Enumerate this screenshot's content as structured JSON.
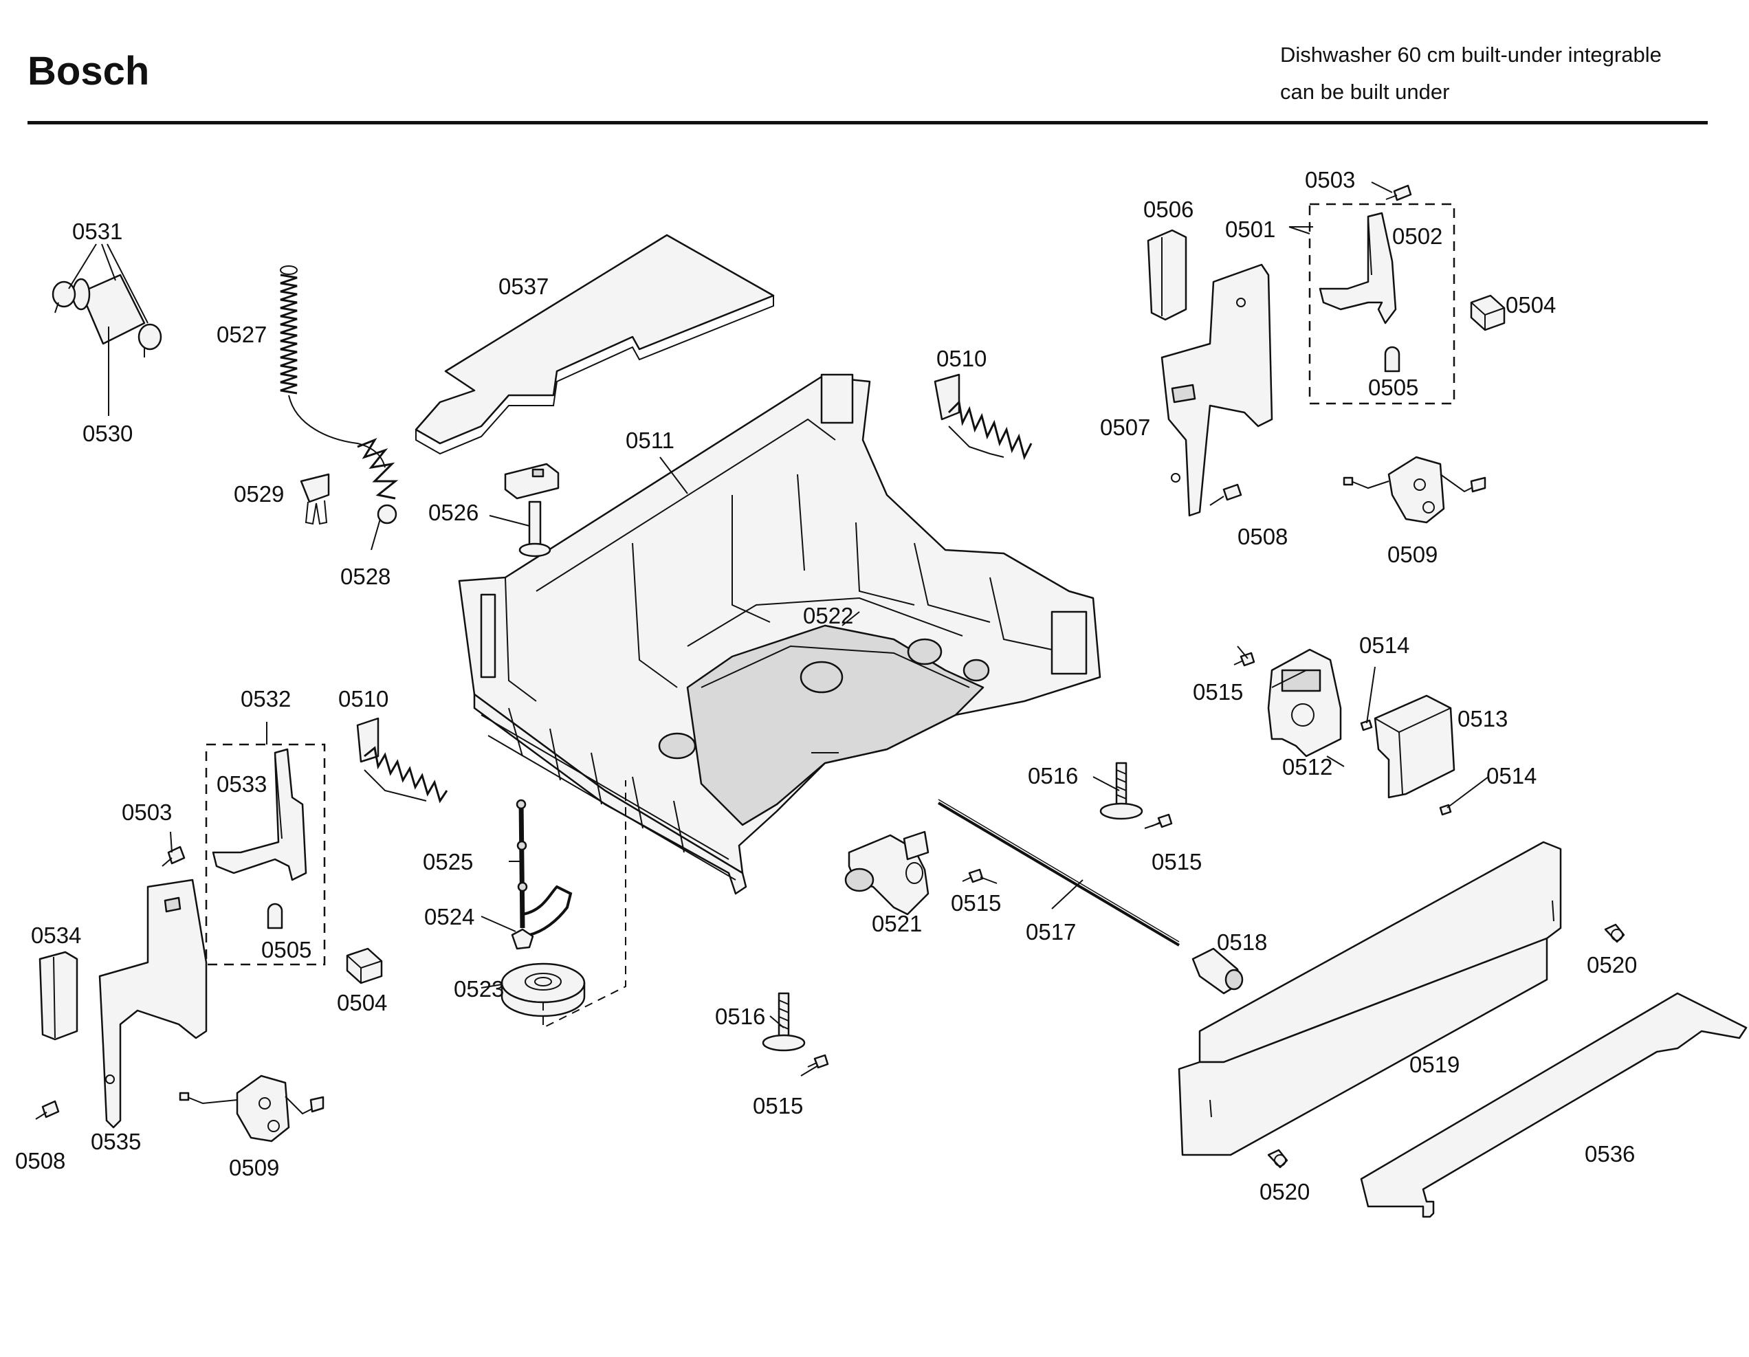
{
  "header": {
    "brand": "Bosch",
    "subtitle_line1": "Dishwasher 60 cm built-under integrable",
    "subtitle_line2": "can be built under"
  },
  "parts": [
    "0501",
    "0502",
    "0503",
    "0504",
    "0505",
    "0506",
    "0507",
    "0508",
    "0509",
    "0510",
    "0511",
    "0512",
    "0513",
    "0514",
    "0515",
    "0516",
    "0517",
    "0518",
    "0519",
    "0520",
    "0521",
    "0522",
    "0523",
    "0524",
    "0525",
    "0526",
    "0527",
    "0528",
    "0529",
    "0530",
    "0531",
    "0532",
    "0533",
    "0534",
    "0535",
    "0536",
    "0537"
  ]
}
